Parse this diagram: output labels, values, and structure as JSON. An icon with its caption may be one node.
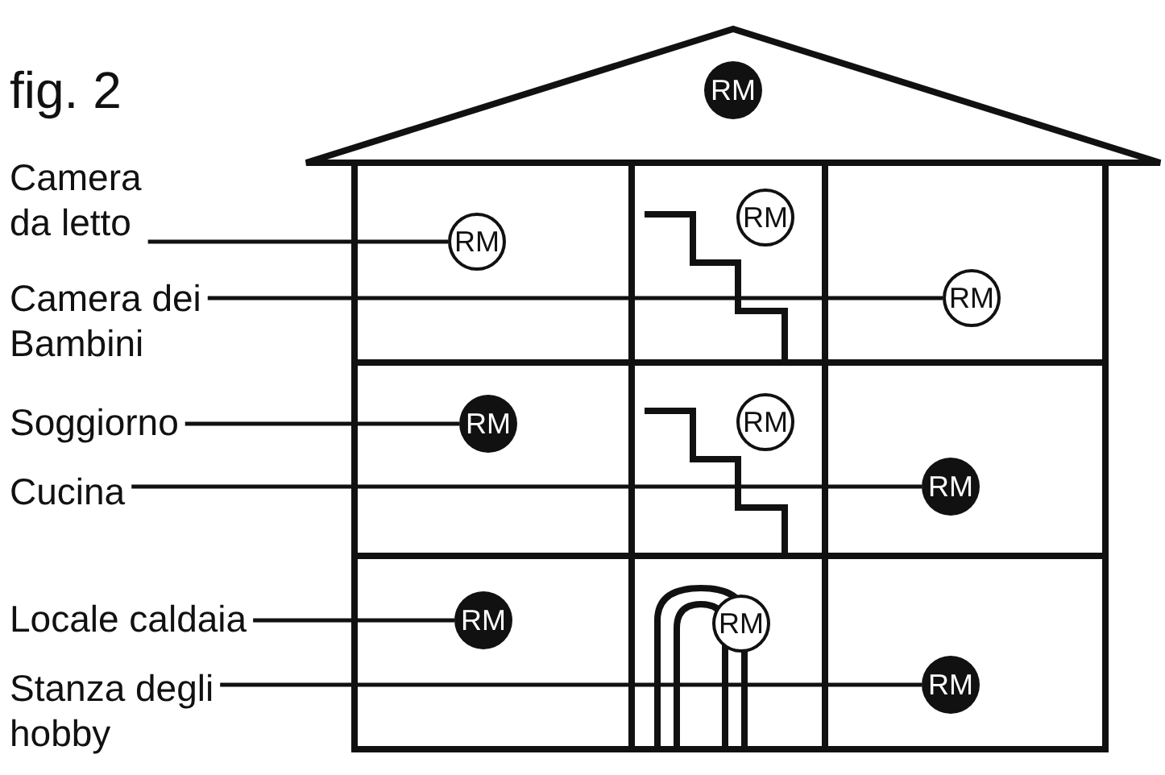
{
  "diagram": {
    "title": "fig. 2",
    "nodes": [
      {
        "text": [
          "RM"
        ]
      },
      {
        "text": [
          "Camera da letto"
        ]
      },
      {
        "text": [
          "RM"
        ]
      },
      {
        "text": [
          "RM"
        ]
      },
      {
        "text": [
          "Camera dei Bambini"
        ]
      },
      {
        "text": [
          "RM"
        ]
      },
      {
        "text": [
          "Soggiorno"
        ]
      },
      {
        "text": [
          "RM"
        ]
      },
      {
        "text": [
          "RM"
        ]
      },
      {
        "text": [
          "Cucina"
        ]
      },
      {
        "text": [
          "RM"
        ]
      },
      {
        "text": [
          "Locale caldaia"
        ]
      },
      {
        "text": [
          "RM"
        ]
      },
      {
        "text": [
          "RM"
        ]
      },
      {
        "text": [
          "Stanza degli hobby"
        ]
      },
      {
        "text": [
          "RM"
        ]
      }
    ],
    "edges": [
      {
        "from": 1,
        "to": 2,
        "arrow": "none"
      },
      {
        "from": 4,
        "to": 5,
        "arrow": "none"
      },
      {
        "from": 6,
        "to": 7,
        "arrow": "none"
      },
      {
        "from": 9,
        "to": 10,
        "arrow": "none"
      },
      {
        "from": 11,
        "to": 12,
        "arrow": "none"
      },
      {
        "from": 14,
        "to": 15,
        "arrow": "none"
      }
    ]
  }
}
